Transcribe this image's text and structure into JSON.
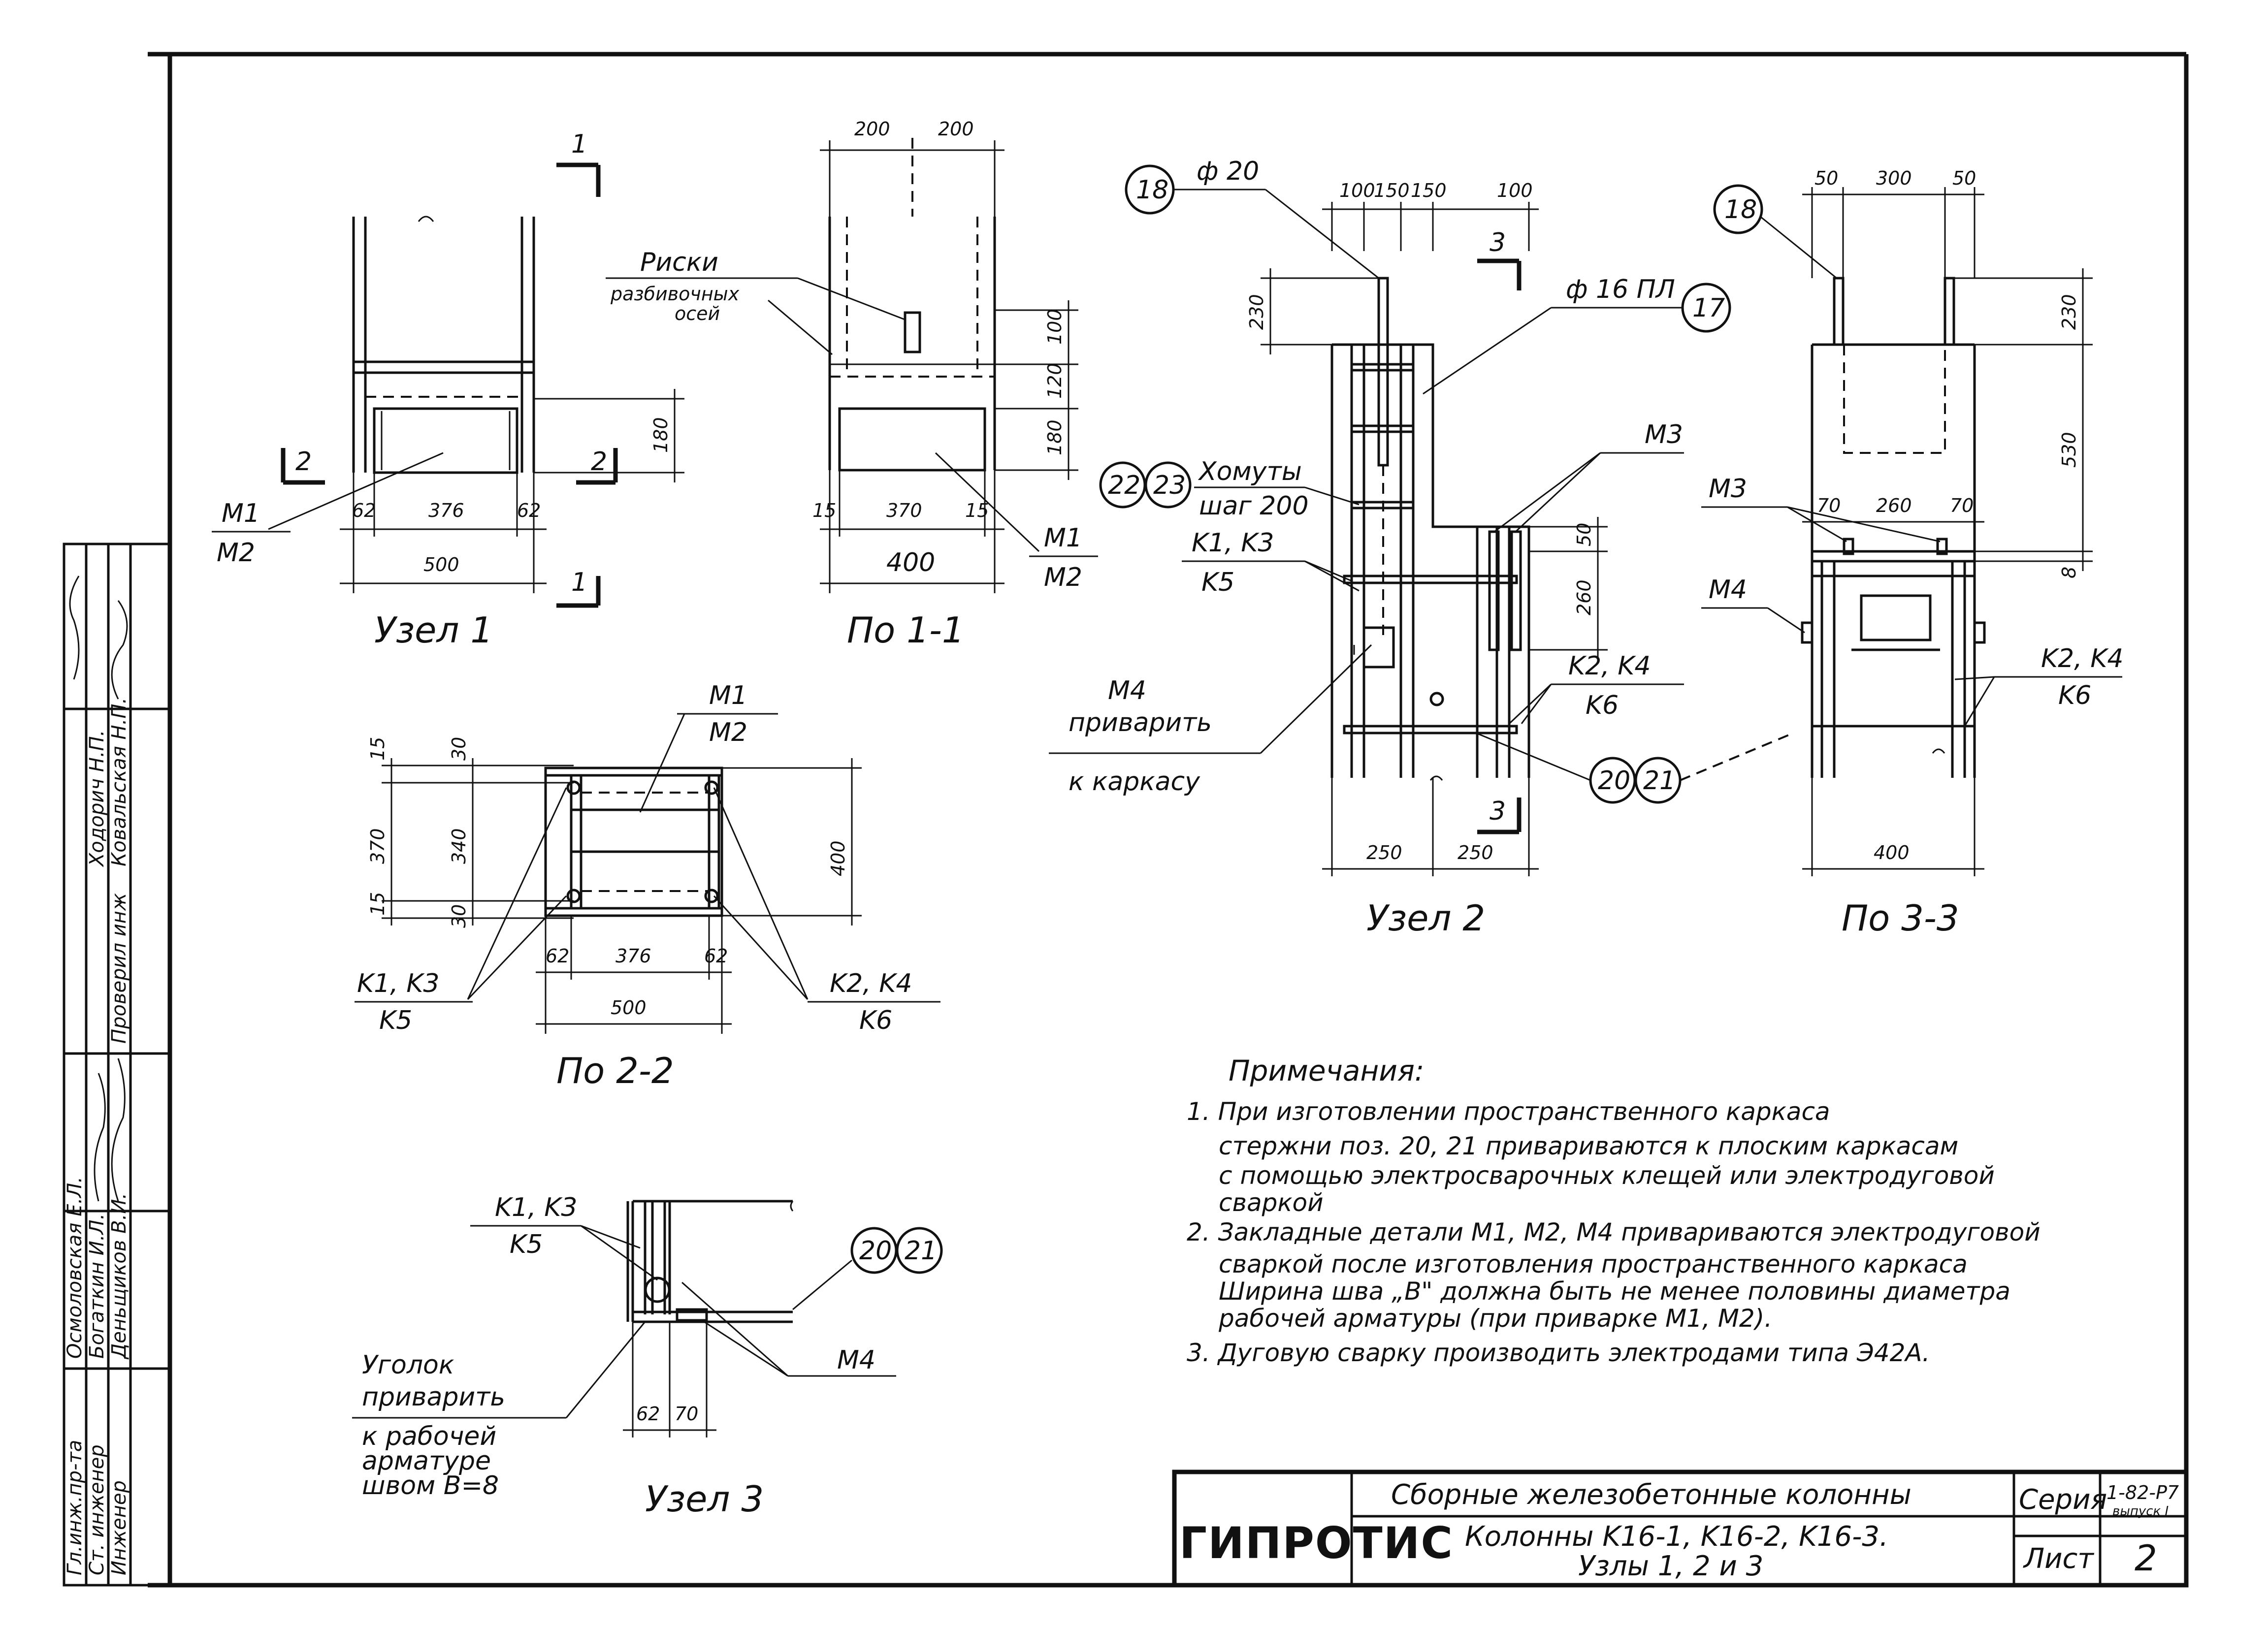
{
  "node1": {
    "title": "Узел 1",
    "section_mark": "1",
    "section2_mark": "2",
    "parts": [
      "M1",
      "M2"
    ],
    "dims": {
      "left": "62",
      "mid": "376",
      "right": "62",
      "total": "500",
      "height": "180"
    }
  },
  "section11": {
    "title": "По 1-1",
    "top_dims": [
      "200",
      "200"
    ],
    "marks_label": [
      "Риски",
      "разбивочных",
      "осей"
    ],
    "side_dims": [
      "100",
      "120",
      "180"
    ],
    "bottom_dims": {
      "left": "15",
      "mid": "370",
      "right": "15",
      "total": "400"
    },
    "parts": [
      "M1",
      "M2"
    ]
  },
  "section22": {
    "title": "По 2-2",
    "parts": [
      "M1",
      "M2"
    ],
    "left_dims": [
      "15",
      "30",
      "370",
      "340",
      "15",
      "30"
    ],
    "right_dim": "400",
    "bottom_dims": {
      "left": "62",
      "mid": "376",
      "right": "62",
      "total": "500"
    },
    "left_frames": [
      "K1, K3",
      "K5"
    ],
    "right_frames": [
      "K2, K4",
      "K6"
    ]
  },
  "node2": {
    "title": "Узел 2",
    "top_dims": [
      "100",
      "150",
      "150",
      "100"
    ],
    "bar_top": "ф 20",
    "bar_top_pos": "18",
    "bar_main": "ф 16 ПЛ",
    "bar_main_pos": "17",
    "stirrups_pos": [
      "22",
      "23"
    ],
    "stirrups_label": [
      "Хомуты",
      "шаг 200"
    ],
    "frames_left": [
      "K1, K3",
      "K5"
    ],
    "frames_right": [
      "K2, K4",
      "K6"
    ],
    "m3": "M3",
    "m4_label": [
      "M4",
      "приварить",
      "к каркасу"
    ],
    "side_dims": [
      "230",
      "50",
      "260"
    ],
    "section_mark": "3",
    "rods_pos": [
      "20",
      "21"
    ],
    "bottom_dims": [
      "250",
      "250"
    ]
  },
  "section33": {
    "title": "По 3-3",
    "bar_pos": "18",
    "top_dims": [
      "50",
      "300",
      "50"
    ],
    "inner_dims": [
      "70",
      "260",
      "70"
    ],
    "side_dims": [
      "230",
      "530",
      "8"
    ],
    "m3": "M3",
    "m4": "M4",
    "frames": [
      "K2, K4",
      "K6"
    ],
    "bottom_dim": "400"
  },
  "node3": {
    "title": "Узел 3",
    "frames": [
      "K1, K3",
      "K5"
    ],
    "rods_pos": [
      "20",
      "21"
    ],
    "m4": "M4",
    "angle_label": [
      "Уголок",
      "приварить",
      "к рабочей",
      "арматуре",
      "швом  B=8"
    ],
    "bottom_dims": [
      "62",
      "70"
    ]
  },
  "notes": {
    "heading": "Примечания:",
    "lines": [
      "1. При изготовлении  пространственного  каркаса",
      "стержни  поз. 20, 21  привариваются  к  плоским  каркасам",
      "с помощью  электросварочных  клещей  или  электродуговой",
      "сваркой",
      "2. Закладные  детали  M1, M2, M4  привариваются  электродуговой",
      "сваркой  после  изготовления  пространственного  каркаса",
      "Ширина  шва „B\"  должна  быть  не  менее  половины  диаметра",
      "рабочей  арматуры (при приварке  M1, M2).",
      "3. Дуговую  сварку  производить  электродами  типа  Э42А."
    ]
  },
  "title_block": {
    "logo": "ГИПРОТИС",
    "title": "Сборные   железобетонные   колонны",
    "subtitle": [
      "Колонны  K16-1,  K16-2,  K16-3.",
      "Узлы  1, 2 и 3"
    ],
    "series_label": "Серия",
    "series_value": "1-82-Р7",
    "series_issue": "выпуск I",
    "sheet_label": "Лист",
    "sheet_value": "2"
  },
  "side_stamp": {
    "roles": [
      "Гл.инж.пр-та",
      "Ст. инженер",
      "Инженер"
    ],
    "names": [
      "Осмоловская Е.Л.",
      "Богаткин И.Л.",
      "Деньщиков В.И."
    ],
    "check_role": "Проверил инж",
    "check_name": "Ковальская Н.П.",
    "top_name": "Ходорич Н.П."
  },
  "colors": {
    "ink": "#111111",
    "paper": "#ffffff"
  }
}
